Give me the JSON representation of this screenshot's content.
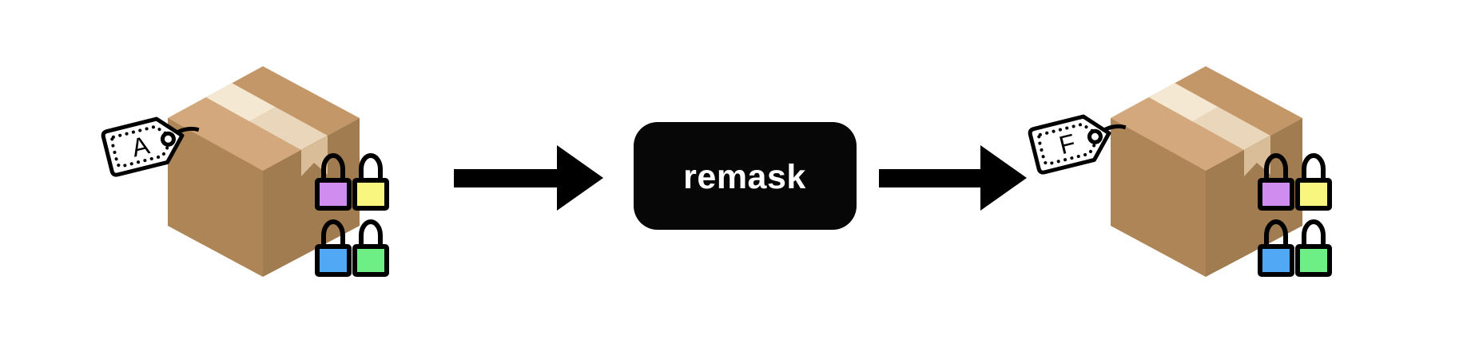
{
  "diagram": {
    "packages": [
      {
        "tag_label": "A",
        "locks": [
          "purple",
          "yellow",
          "blue",
          "green"
        ]
      },
      {
        "tag_label": "F",
        "locks": [
          "purple",
          "yellow",
          "blue",
          "green"
        ]
      }
    ],
    "process_label": "remask",
    "colors": {
      "background": "#ffffff",
      "arrow": "#000000",
      "process_bg": "#070707",
      "process_text": "#ffffff",
      "tag_fill": "#ffffff",
      "tag_stroke": "#000000",
      "lock_outline": "#000000",
      "lock_purple": "#cf8df0",
      "lock_yellow": "#f8f67e",
      "lock_blue": "#51a8f5",
      "lock_green": "#6def86",
      "box_top": "#c49769",
      "box_top_light": "#d2a87c",
      "box_left": "#ad8557",
      "box_right": "#a17c50",
      "tape": "#ead7bb",
      "tape_highlight": "#f4e8d2",
      "tape_flap": "#d8bd98"
    }
  }
}
